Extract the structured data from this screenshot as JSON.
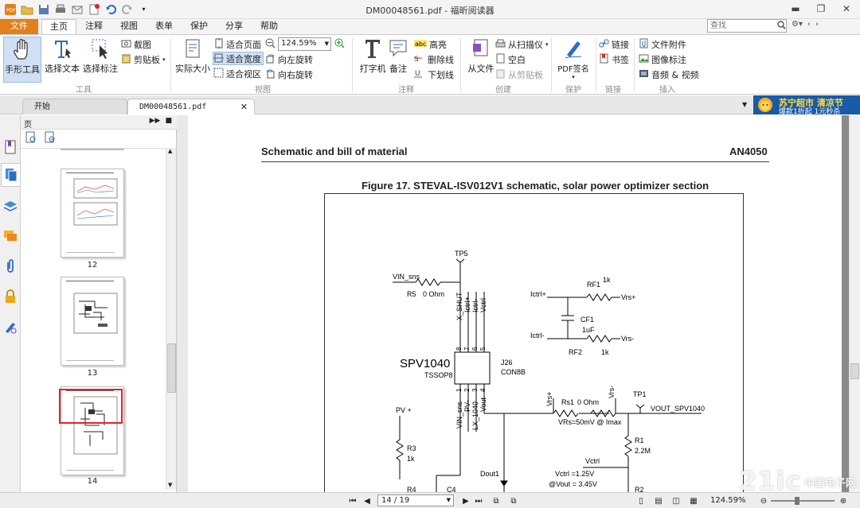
{
  "window": {
    "title": "DM00048561.pdf - 福昕阅读器",
    "app_icon": "pdf-app-icon"
  },
  "menu": {
    "tabs": [
      "文件",
      "主页",
      "注释",
      "视图",
      "表单",
      "保护",
      "分享",
      "帮助"
    ],
    "active": "主页"
  },
  "search": {
    "placeholder": "查找"
  },
  "ribbon": {
    "tools": {
      "hand": "手形工具",
      "select_text": "选择文本",
      "select_annot": "选择标注",
      "screenshot": "截图",
      "clipboard": "剪贴板",
      "group": "工具"
    },
    "view": {
      "actual_size": "实际大小",
      "fit_page": "适合页面",
      "fit_width": "适合宽度",
      "fit_view": "适合视区",
      "zoom_value": "124.59%",
      "rotate_left": "向左旋转",
      "rotate_right": "向右旋转",
      "group": "视图"
    },
    "comment": {
      "typewriter": "打字机",
      "note": "备注",
      "highlight": "高亮",
      "strikeout": "删除线",
      "underline": "下划线",
      "group": "注释"
    },
    "create": {
      "from_file": "从文件",
      "from_scanner": "从扫描仪",
      "blank": "空白",
      "from_clipboard": "从剪贴板",
      "group": "创建"
    },
    "protect": {
      "pdf_sign": "PDF签名",
      "group": "保护"
    },
    "links": {
      "link": "链接",
      "bookmark": "书签",
      "group": "链接"
    },
    "insert": {
      "file_attach": "文件附件",
      "image_annot": "图像标注",
      "audio_video": "音频 & 视频",
      "group": "插入"
    }
  },
  "doc_tabs": {
    "start": "开始",
    "current": "DM00048561.pdf"
  },
  "ad": {
    "line1": "苏宁超市 清凉节",
    "line2": "爆款1折起 1元秒杀"
  },
  "panel": {
    "title": "页",
    "thumbnails": [
      {
        "label": "12"
      },
      {
        "label": "13"
      },
      {
        "label": "14"
      }
    ]
  },
  "document": {
    "header_left": "Schematic and bill of material",
    "header_right": "AN4050",
    "figure_title": "Figure 17. STEVAL-ISV012V1 schematic, solar power optimizer section",
    "labels": {
      "tp5": "TP5",
      "vin_sns": "VIN_sns",
      "r5": "R5",
      "r5v": "0 Ohm",
      "xshut": "X_SHUT",
      "ictrl_p": "Ictrl+",
      "ictrl_m": "Ictrl-",
      "vctrl": "Vctrl",
      "rf1": "RF1",
      "rf1v": "1k",
      "ictrl_p2": "Ictrl+",
      "vrs_p": "Vrs+",
      "cf1": "CF1",
      "cf1v": "1uF",
      "ictrl_m2": "Ictrl-",
      "vrs_m": "Vrs-",
      "rf2": "RF2",
      "rf2v": "1k",
      "spv": "SPV1040",
      "tssop": "TSSOP8",
      "j26": "J26",
      "con8b": "CON8B",
      "pin8": "8",
      "pin7": "7",
      "pin6": "6",
      "pin5": "5",
      "pin1": "1",
      "pin2": "2",
      "pin3": "3",
      "pin4": "4",
      "vin_sns2": "VIN_sns",
      "lx": "LX_1040",
      "pv_m": "PV-",
      "vout": "Vout",
      "vrs_p2": "Vrs+",
      "vrs_m2": "Vrs-",
      "rs1": "Rs1",
      "rs1v": "0 Ohm",
      "tp1": "TP1",
      "vout_spv": "VOUT_SPV1040",
      "vrs_note": "VRs=50mV @ Imax",
      "pv_plus": "PV +",
      "r3": "R3",
      "r3v": "1k",
      "r1": "R1",
      "r1v": "2.2M",
      "dout1": "Dout1",
      "vctrl2": "Vctrl",
      "vctrl_note": "Vctrl =1.25V",
      "vout_note": "@Vout = 3.45V",
      "r4": "R4",
      "c4": "C4",
      "r2": "R2"
    }
  },
  "status": {
    "page_value": "14 / 19",
    "zoom": "124.59%"
  },
  "watermark": {
    "text": "21ic",
    "sub": "中国电子网"
  },
  "colors": {
    "file_tab": "#e2801b",
    "accent_blue": "#1a5aa8",
    "highlight_red": "#e02424",
    "selection": "#cfe0f4"
  }
}
